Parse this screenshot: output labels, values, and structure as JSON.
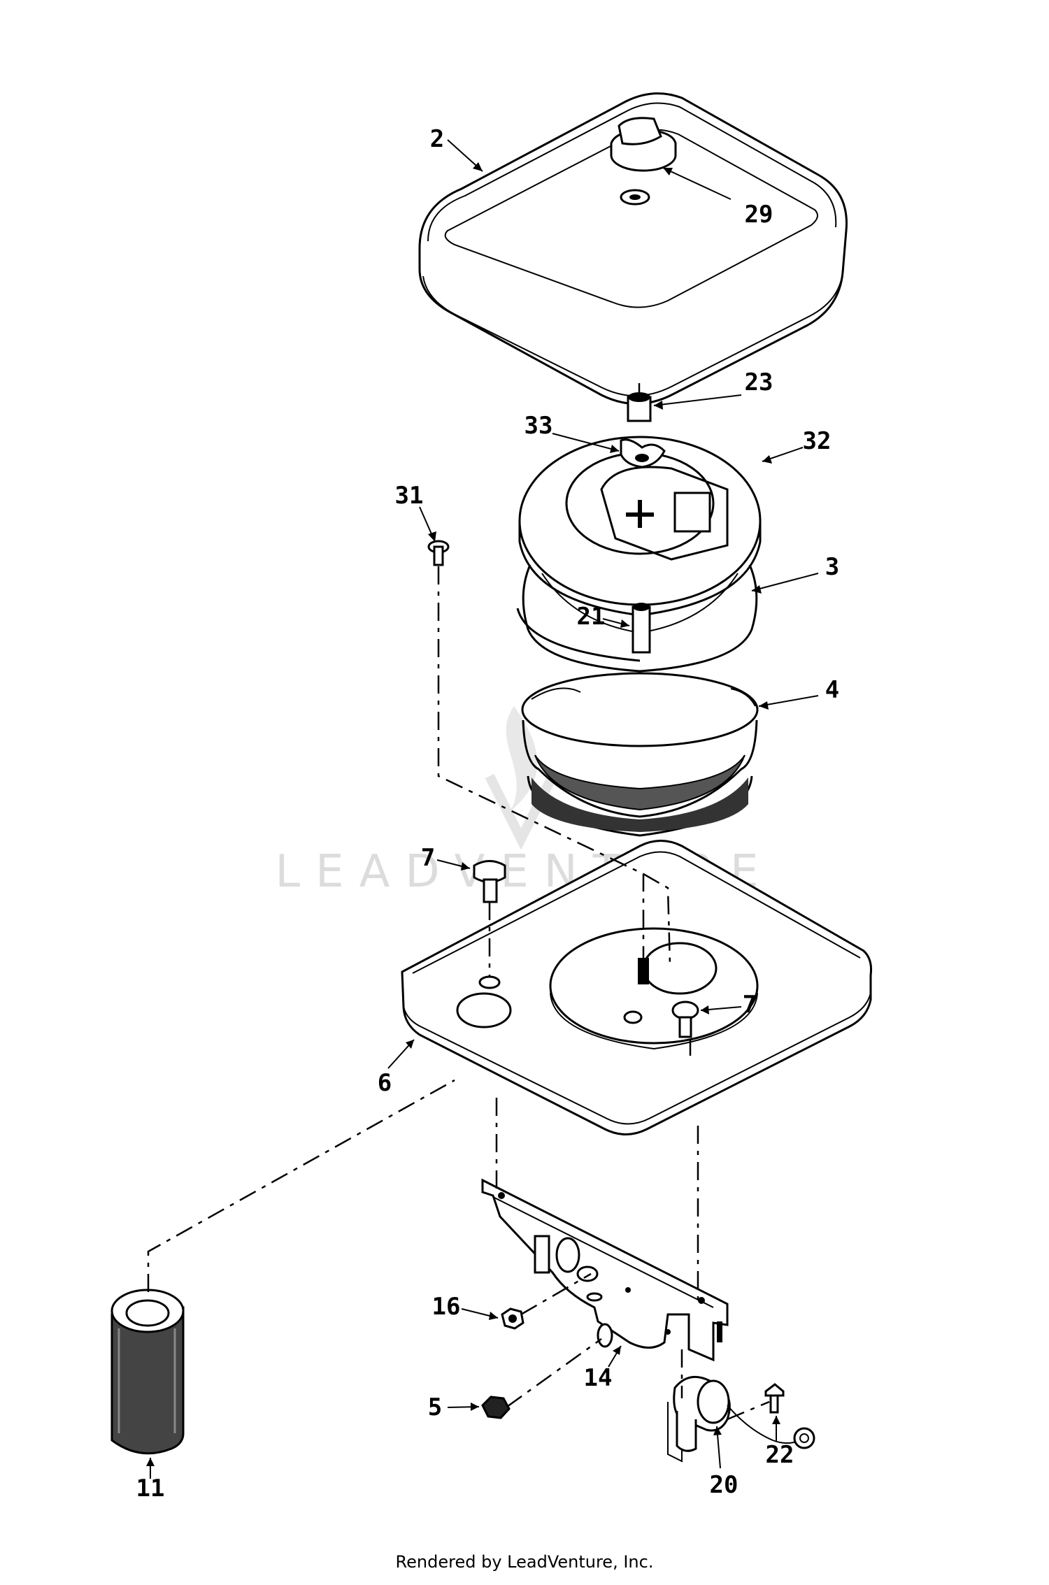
{
  "labels": {
    "p2": "2",
    "p29": "29",
    "p23": "23",
    "p33": "33",
    "p32": "32",
    "p31": "31",
    "p3": "3",
    "p21": "21",
    "p4": "4",
    "p7a": "7",
    "p7b": "7",
    "p6": "6",
    "p16": "16",
    "p14": "14",
    "p5": "5",
    "p22": "22",
    "p20": "20",
    "p11": "11"
  },
  "watermark": "LEADVENTURE",
  "footer": "Rendered by LeadVenture, Inc.",
  "colors": {
    "ink": "#000000",
    "watermark": "#d9d9d9",
    "background": "#ffffff"
  }
}
